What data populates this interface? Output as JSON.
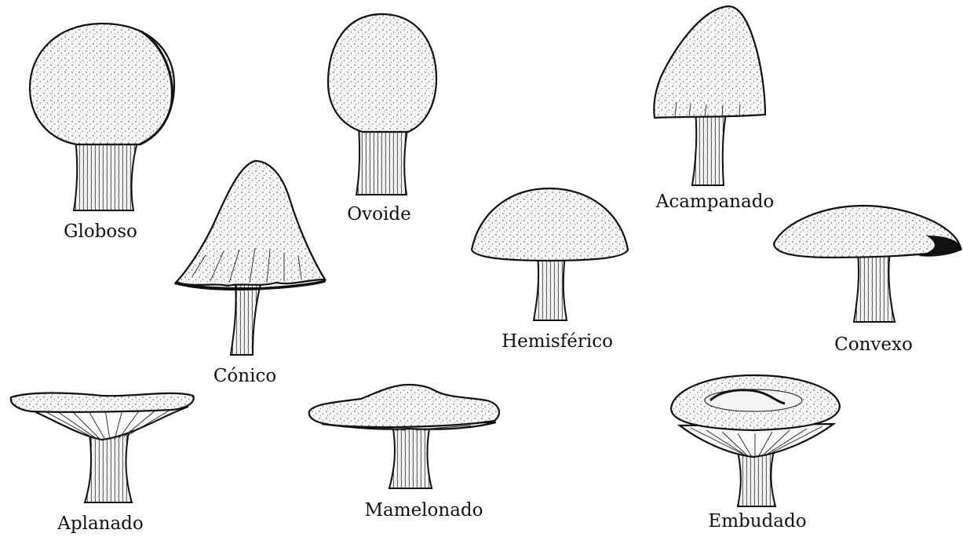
{
  "figure": {
    "labels": {
      "globoso": "Globoso",
      "ovoide": "Ovoide",
      "acampanado": "Acampanado",
      "conico": "Cónico",
      "hemisferico": "Hemisférico",
      "convexo": "Convexo",
      "aplanado": "Aplanado",
      "mamelonado": "Mamelonado",
      "embudado": "Embudado"
    }
  }
}
